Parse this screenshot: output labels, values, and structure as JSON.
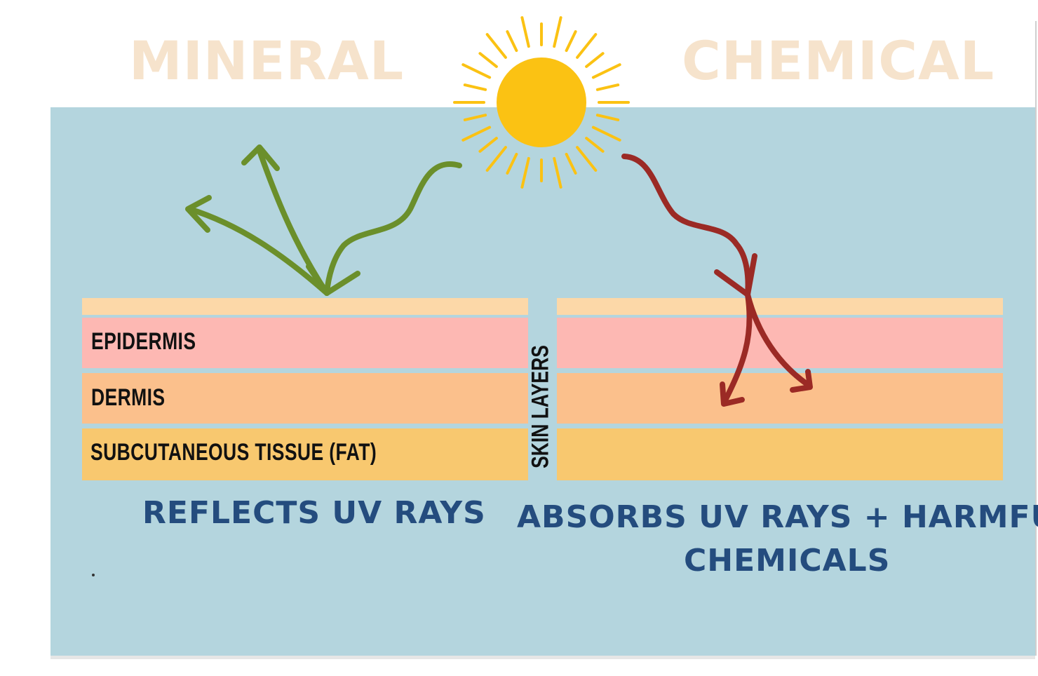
{
  "headings": {
    "mineral": "MINERAL",
    "chemical": "CHEMICAL"
  },
  "layers": {
    "epidermis": "EPIDERMIS",
    "dermis": "DERMIS",
    "subcutaneous": "SUBCUTANEOUS TISSUE (FAT)"
  },
  "side_label": "SKIN LAYERS",
  "captions": {
    "left": "REFLECTS UV RAYS",
    "right_line1": "ABSORBS UV RAYS + HARMFUL",
    "right_line2": "CHEMICALS"
  },
  "colors": {
    "panel": "#b4d5de",
    "heading": "#f6e3cc",
    "caption": "#244c7e",
    "sun": "#fbc213",
    "mineral_arrow": "#6b8f2b",
    "chemical_arrow": "#9b2a25",
    "layer_top": "#fcd8a8",
    "epidermis": "#fdb8b3",
    "dermis": "#fbc08c",
    "subcutaneous": "#f8c86f"
  },
  "icons": {
    "sun": "sun-icon",
    "reflect": "reflect-arrow-icon",
    "absorb": "absorb-arrow-icon"
  }
}
